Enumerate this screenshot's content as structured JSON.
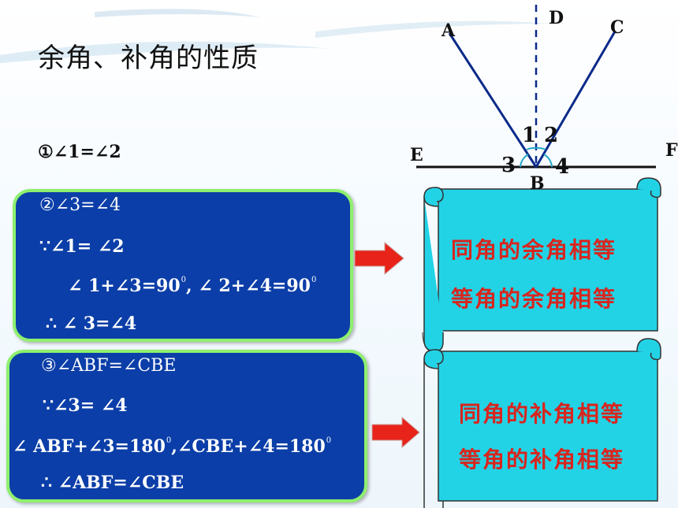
{
  "title": "余角、补角的性质",
  "prop1": "①∠1=∠2",
  "panel1": {
    "line1": "②∠3=∠4",
    "line2": "∵∠1= ∠2",
    "line3a": "∠ 1+∠3=90",
    "line3b": ", ∠ 2+∠4=90",
    "line4": "∴ ∠ 3=∠4"
  },
  "panel2": {
    "line1": "③∠ABF=∠CBE",
    "line2": "∵∠3= ∠4",
    "line3a": "∠ ABF+∠3=180",
    "line3b": ",∠CBE+∠4=180",
    "line4": "∴ ∠ABF=∠CBE"
  },
  "degree_mark": "0",
  "scroll1": {
    "line1": "同角的余角相等",
    "line2": "等角的余角相等"
  },
  "scroll2": {
    "line1": "同角的补角相等",
    "line2": "等角的补角相等"
  },
  "diagram": {
    "labels": {
      "A": "A",
      "B": "B",
      "C": "C",
      "D": "D",
      "E": "E",
      "F": "F",
      "n1": "1",
      "n2": "2",
      "n3": "3",
      "n4": "4"
    }
  },
  "colors": {
    "panel_bg": "#0b3ea8",
    "panel_border": "#8ef06e",
    "scroll_bg": "#22d3e6",
    "arrow": "#e8231a",
    "scroll_text": "#d8251e"
  }
}
